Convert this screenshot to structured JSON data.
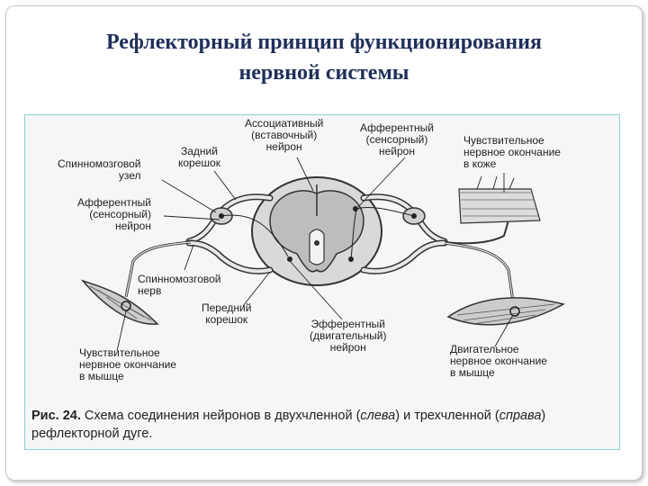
{
  "slide": {
    "title_line1": "Рефлекторный принцип функционирования",
    "title_line2": "нервной системы"
  },
  "labels": {
    "associative_l1": "Ассоциативный",
    "associative_l2": "(вставочный)",
    "associative_l3": "нейрон",
    "afferent_top_l1": "Афферентный",
    "afferent_top_l2": "(сенсорный)",
    "afferent_top_l3": "нейрон",
    "skin_ending_l1": "Чувствительное",
    "skin_ending_l2": "нервное окончание",
    "skin_ending_l3": "в коже",
    "posterior_root_l1": "Задний",
    "posterior_root_l2": "корешок",
    "spinal_ganglion_l1": "Спинномозговой",
    "spinal_ganglion_l2": "узел",
    "afferent_left_l1": "Афферентный",
    "afferent_left_l2": "(сенсорный)",
    "afferent_left_l3": "нейрон",
    "spinal_nerve_l1": "Спинномозговой",
    "spinal_nerve_l2": "нерв",
    "anterior_root_l1": "Передний",
    "anterior_root_l2": "корешок",
    "efferent_l1": "Эфферентный",
    "efferent_l2": "(двигательный)",
    "efferent_l3": "нейрон",
    "muscle_sensory_l1": "Чувствительное",
    "muscle_sensory_l2": "нервное окончание",
    "muscle_sensory_l3": "в мышце",
    "motor_ending_l1": "Двигательное",
    "motor_ending_l2": "нервное окончание",
    "motor_ending_l3": "в мышце"
  },
  "caption": {
    "number": "Рис. 24.",
    "text_a": "Схема соединения нейронов в двухчленной (",
    "left": "слева",
    "text_b": ") и трехчленной (",
    "right": "справа",
    "text_c": ")",
    "line2": "рефлекторной дуге."
  }
}
